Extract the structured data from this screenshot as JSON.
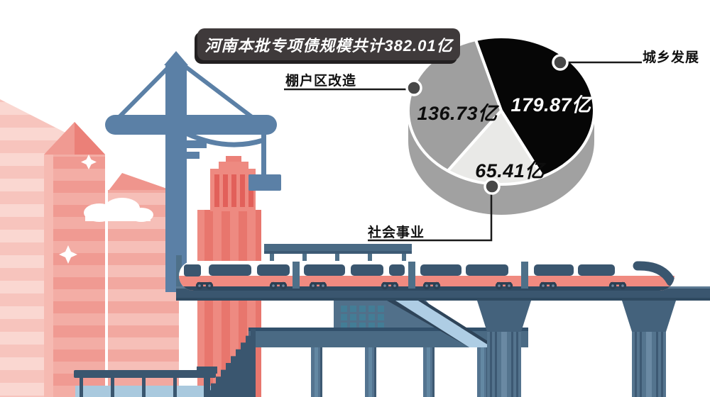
{
  "banner": {
    "title": "河南本批专项债规模共计382.01亿",
    "bg_color": "#3f3a3b",
    "text_color": "#ffffff"
  },
  "chart_data": {
    "type": "pie",
    "title": "河南本批专项债规模共计382.01亿",
    "unit": "亿",
    "total": 382.01,
    "start_angle_deg": 106,
    "style": "3d-pie",
    "legend_position": "external-callouts",
    "slices": [
      {
        "label": "城乡发展",
        "value": 179.87,
        "value_label": "179.87亿",
        "color": "#060606",
        "text_color": "#ffffff"
      },
      {
        "label": "社会事业",
        "value": 65.41,
        "value_label": "65.41亿",
        "color": "#e9e9e7",
        "text_color": "#121212"
      },
      {
        "label": "棚户区改造",
        "value": 136.73,
        "value_label": "136.73亿",
        "color": "#9f9f9f",
        "text_color": "#121212"
      }
    ],
    "base_color": "#a1a1a1",
    "separator_color": "#ffffff",
    "callout_dot_color": "#474747",
    "callout_line_color": "#1a1a1a"
  },
  "scene_palette": {
    "pink_light": "#f7c4bd",
    "pink_stripe": "#fad7d1",
    "salmon": "#f09a92",
    "salmon_dark": "#e8766d",
    "crane_blue": "#5b80a6",
    "slate_dark": "#3a566f",
    "slate_mid": "#4e7089",
    "light_blue": "#aecde4",
    "water_blue": "#a9c9de",
    "train_stripe": "#f08a80"
  }
}
